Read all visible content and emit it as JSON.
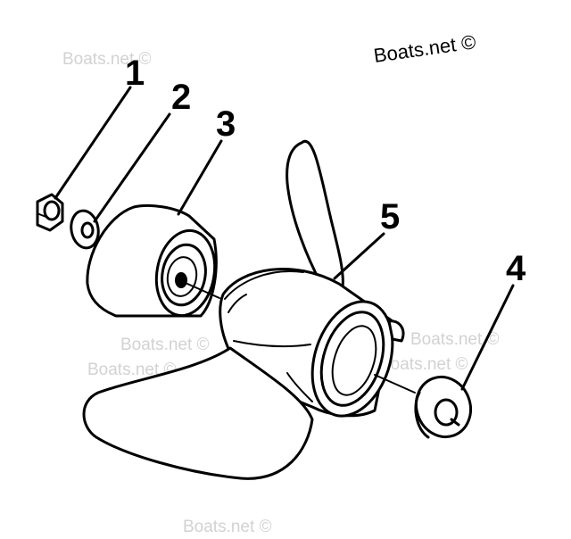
{
  "watermarks": {
    "primary": "Boats.net ©",
    "faint": "Boats.net ©"
  },
  "callouts": [
    "1",
    "2",
    "3",
    "4",
    "5"
  ],
  "colors": {
    "ink": "#000000",
    "background": "#ffffff",
    "watermark": "#d2d2d2"
  }
}
